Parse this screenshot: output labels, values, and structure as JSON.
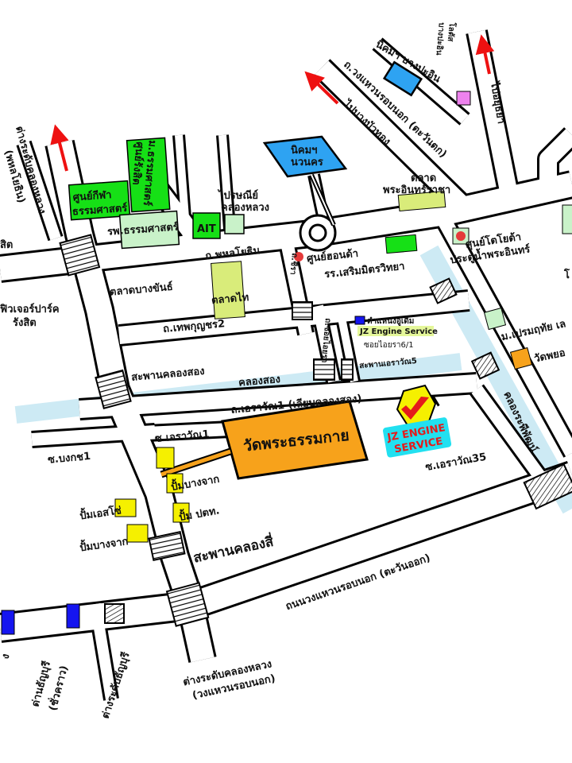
{
  "colors": {
    "canal": "#cdeaf4",
    "temple": "#f7a21b",
    "green": "#16e016",
    "lightgreen": "#c9f2c9",
    "yellow": "#f5f000",
    "blue": "#2ea3f2",
    "arrow": "#ee1111",
    "logo_text": "#e41b1b",
    "logo_bg": "#22e0f0"
  },
  "labels": {
    "interchange_phahon": "ต่างระดับคลองหลวง",
    "interchange_phahon_sub": "(พหลโยธิน)",
    "sit": "สิต",
    "sports_center_1": "ศูนย์กีฬา",
    "sports_center_2": "ธรรมศาสตร์",
    "tu_rangsit_1": "ม.ธรรมศาสตร์",
    "tu_rangsit_2": "ศูนย์รังสิต",
    "tu_hospital": "รพ.ธรรมศาสตร์",
    "ait": "AIT",
    "post_office_1": "ไปรษณีย์",
    "post_office_2": "คลองหลวง",
    "navanakorn_1": "นิคมฯ",
    "navanakorn_2": "นวนคร",
    "to_bangbuathong": "ไปบางบัวทอง",
    "kanchanaphisek_west": "ถ.วงแหวนรอบนอก (ตะวันตก)",
    "bangpa_in_estate": "นิคมฯ บางปะอิน",
    "lotus_1": "โลตัส",
    "lotus_2": "บางปะอิน",
    "to_ayutthaya": "ไปอยุธยา",
    "market_phra_in_1": "ตลาด",
    "market_phra_in_2": "พระอินทร์ราชา",
    "phahonyothin_rd": "ถ.พหลโยธิน",
    "honda_center": "ศูนย์ฮอนด้า",
    "sermmit_school": "รร.เสริมมิตรวิทยา",
    "toyota_1": "ศูนย์โตโยต้า",
    "toyota_2": "ประตูน้ำพระอินทร์",
    "far_right_cut": "โ",
    "bangkhan_market": "ตลาดบางขันธ์",
    "thai_market": "ตลาดไท",
    "soi_khlong_luang": "ถ.ชีรา",
    "thepkunchorn_rd": "ถ.เทพกุญชร2",
    "old_location_1": "ตำแหน่งอู่เดิม",
    "old_location_2": "JZ Engine Service",
    "soi_aiyara": "ซอยไอยรา6/1",
    "soi_aiyara_v": "ถ.ซอยไอยรา",
    "future_park": "ฟิวเจอร์ปาร์ค",
    "future_park_2": "รังสิต",
    "khlong_song_bridge": "สะพานคลองสอง",
    "khlong_song": "คลองสอง",
    "ekkawan5_bridge": "สะพานเอราวัณ5",
    "ekkawan1_rd": "ถ.เอราวัณ1 (เลียบคลองสอง)",
    "prem_school": "ม.เปรมฤทัย เล",
    "wat_phayom": "วัดพยอ",
    "khlong_rapiphat": "คลองระพีพัฒน์",
    "soi_ekkawan1": "ซ.เอราวัณ1",
    "wat_dhammakaya": "วัดพระธรรมกาย",
    "soi_bongkot1": "ซ.บงกช1",
    "soi_ekkawan35": "ซ.เอราวัณ35",
    "pump_bangchak_1": "ปั้มบางจาก",
    "pump_ptt": "ปั้ม ปตท.",
    "pump_esso": "ปั้มเอสโซ่",
    "pump_bangchak_2": "ปั้มบางจาก",
    "khlong_si_bridge": "สะพานคลองสี่",
    "kanchanaphisek_east": "ถนนวงแหวนรอบนอก (ตะวันออก)",
    "interchange_ring_1": "ต่างระดับคลองหลวง",
    "interchange_ring_2": "(วงแหวนรอบนอก)",
    "thanyaburi_toll_1": "ด่านธัญบุรี",
    "thanyaburi_toll_2": "(ชั่วคราว)",
    "thanyaburi_interchange": "ต่างระดับธัญบุรี",
    "left_cut": "ง"
  },
  "logo": {
    "line1": "JZ ENGINE",
    "line2": "SERVICE"
  }
}
